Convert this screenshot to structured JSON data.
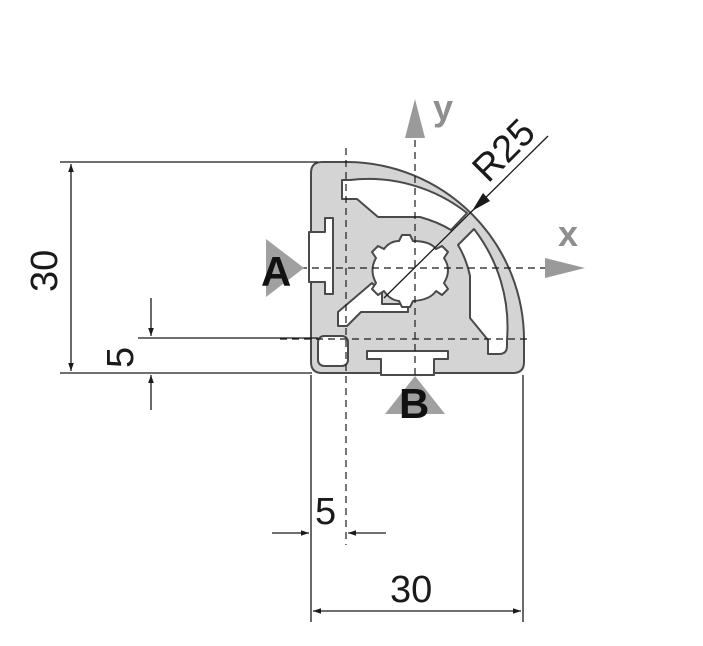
{
  "dimensions": {
    "height": "30",
    "width": "30",
    "slot_height": "5",
    "slot_width": "5",
    "radius": "R25"
  },
  "axes": {
    "x_label": "x",
    "y_label": "y"
  },
  "views": {
    "view_a": "A",
    "view_b": "B"
  },
  "colors": {
    "profile_fill": "#d4d4d4",
    "profile_stroke": "#4a4a4a",
    "axis_arrow": "#9a9a9a",
    "view_arrow": "#a0a0a0",
    "dimension_line": "#1a1a1a"
  }
}
